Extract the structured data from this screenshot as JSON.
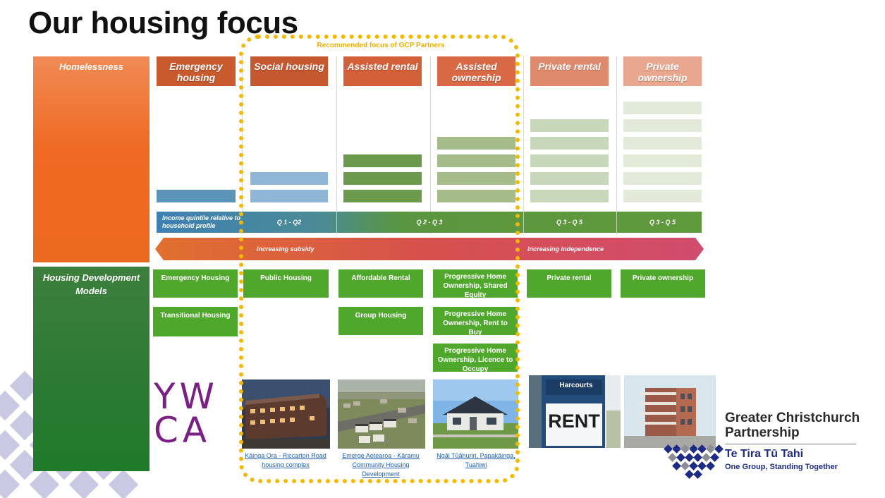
{
  "title": "Our housing focus",
  "focus_label": "Recommended focus of GCP Partners",
  "side_panels": {
    "homelessness": "Homelessness",
    "models": "Housing Development Models"
  },
  "categories": [
    {
      "label": "Emergency housing",
      "color": "#c85a2e",
      "bars": 1,
      "bar_color": "#5c93b9"
    },
    {
      "label": "Social housing",
      "color": "#c6582f",
      "bars": 2,
      "bar_color": "#8fb6d6"
    },
    {
      "label": "Assisted rental",
      "color": "#d4603a",
      "bars": 3,
      "bar_color": "#6b9a4c"
    },
    {
      "label": "Assisted ownership",
      "color": "#d96844",
      "bars": 4,
      "bar_color": "#a5bb8a"
    },
    {
      "label": "Private rental",
      "color": "#e08a6d",
      "bars": 5,
      "bar_color": "#c8d6ba"
    },
    {
      "label": "Private ownership",
      "color": "#e8a78e",
      "bars": 6,
      "bar_color": "#e3ead9"
    }
  ],
  "quintile": {
    "row_label": "Income quintile relative to household profile",
    "segments": [
      "Q 1 - Q2",
      "Q 2 - Q 3",
      "Q 3 - Q 5",
      "Q 3 - Q 5"
    ]
  },
  "subsidy_arrow": {
    "left": "Increasing subsidy",
    "right": "Increasing independence"
  },
  "models": [
    [
      "Emergency Housing",
      "Transitional Housing"
    ],
    [
      "Public Housing"
    ],
    [
      "Affordable Rental",
      "Group Housing"
    ],
    [
      "Progressive Home Ownership, Shared Equity",
      "Progressive Home Ownership, Rent to Buy",
      "Progressive Home Ownership, Licence to Occupy"
    ],
    [
      "Private rental"
    ],
    [
      "Private ownership"
    ]
  ],
  "ywca_logo": {
    "line1": "YW",
    "line2": "CA"
  },
  "photo_captions": [
    "Kāinga Ora - Riccarton Road housing complex",
    "Emerge Aotearoa - Kāramu Community Housing Development",
    "Ngāi Tūāhuriri, Papakāinga, Tuahiwi"
  ],
  "rent_sign": {
    "brand": "Harcourts",
    "word": "RENT"
  },
  "partner_logo": {
    "name_line1": "Greater Christchurch",
    "name_line2": "Partnership",
    "maori_name": "Te Tira Tū Tahi",
    "tagline": "One Group, Standing Together"
  },
  "colors": {
    "focus_dash": "#f5b800",
    "homelessness_panel": "#ee6a2a",
    "models_panel": "#2f7a36",
    "model_box": "#4fa72c",
    "quintile_left": "#4c8bb8",
    "quintile_right": "#5f9a3c",
    "arrow_left": "#e0702f",
    "arrow_right": "#d14c6e"
  }
}
